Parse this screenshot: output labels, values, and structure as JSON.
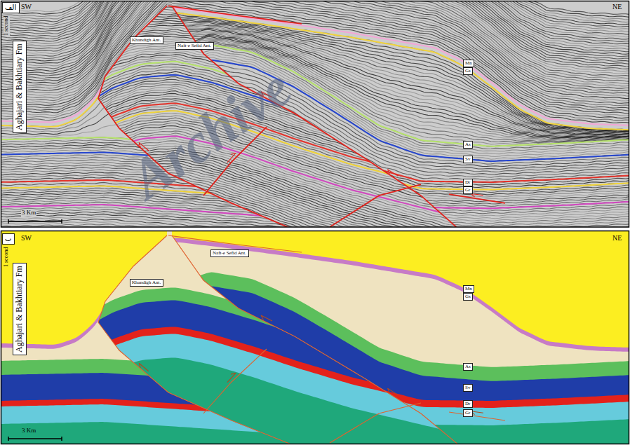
{
  "diagram": {
    "nodes": [
      {
        "text": [
          "الف"
        ]
      },
      {
        "text": [
          "Aghajari & Bakhtiary Fm"
        ]
      },
      {
        "text": [
          "Khandigh Ant."
        ]
      },
      {
        "text": [
          "Naft-e Sefid Ant."
        ]
      },
      {
        "text": [
          "Mn"
        ]
      },
      {
        "text": [
          "Gs"
        ]
      },
      {
        "text": [
          "As"
        ]
      },
      {
        "text": [
          "Sv"
        ]
      },
      {
        "text": [
          "Dr"
        ]
      },
      {
        "text": [
          "Gr"
        ]
      },
      {
        "text": [
          "ب"
        ]
      },
      {
        "text": [
          "Aghajari & Bakhtiary Fm"
        ]
      },
      {
        "text": [
          "Khandigh Ant."
        ]
      },
      {
        "text": [
          "Naft-e Sefid Ant."
        ]
      },
      {
        "text": [
          "Mn"
        ]
      },
      {
        "text": [
          "Gs"
        ]
      },
      {
        "text": [
          "As"
        ]
      },
      {
        "text": [
          "Sv"
        ]
      },
      {
        "text": [
          "Dr"
        ]
      },
      {
        "text": [
          "Gr"
        ]
      }
    ],
    "labels": [
      "SW",
      "NE",
      "1 second",
      "Archive",
      "3 Km",
      "SW",
      "NE",
      "1 second",
      "3 Km"
    ]
  }
}
